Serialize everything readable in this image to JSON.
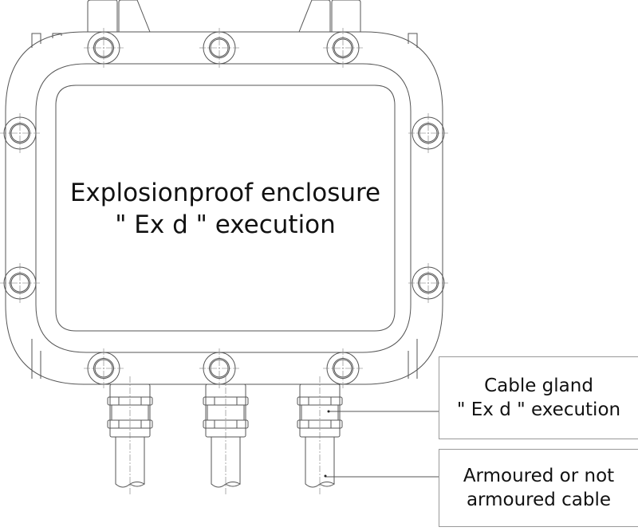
{
  "enclosure": {
    "line1": "Explosionproof enclosure",
    "line2": "\" Ex d \" execution"
  },
  "labels": [
    {
      "line1": "Cable gland",
      "line2": "\" Ex d \" execution"
    },
    {
      "line1": "Armoured or not",
      "line2": "armoured cable"
    }
  ]
}
